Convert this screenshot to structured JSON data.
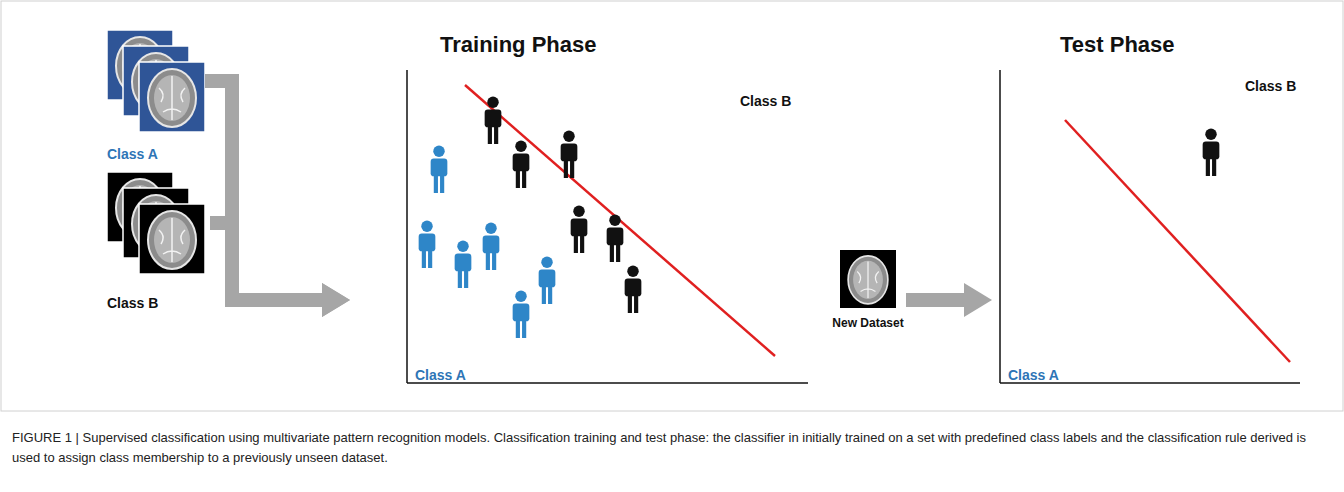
{
  "diagram": {
    "caption": "FIGURE 1 | Supervised classification using multivariate pattern recognition models. Classification training and test phase: the classifier in initially trained on a set with predefined class labels and the classification rule derived is used to assign class membership to a previously unseen dataset.",
    "nodes": [
      {
        "text": [
          "Class A"
        ]
      },
      {
        "text": [
          "Class B"
        ]
      },
      {
        "text": [
          "Training Phase",
          "Class B",
          "Class A"
        ]
      },
      {
        "text": [
          "New Dataset"
        ]
      },
      {
        "text": [
          "Test Phase",
          "Class B",
          "Class A"
        ]
      }
    ],
    "edges": [
      {
        "from": 0,
        "to": 2,
        "arrow": "to"
      },
      {
        "from": 1,
        "to": 2,
        "arrow": "to"
      },
      {
        "from": 3,
        "to": 4,
        "arrow": "to"
      }
    ]
  }
}
